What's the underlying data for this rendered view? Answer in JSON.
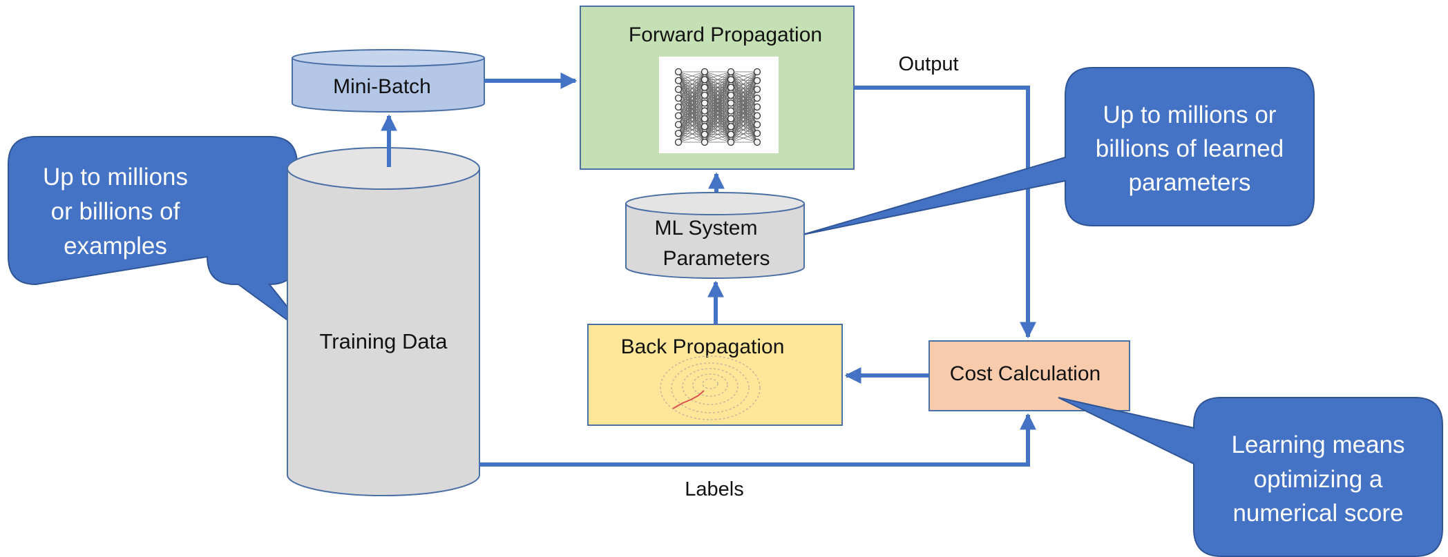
{
  "nodes": {
    "forward": {
      "label": "Forward Propagation",
      "fill": "#C5E0B4"
    },
    "mini_batch": {
      "label": "Mini-Batch",
      "fill": "#B4C7E7"
    },
    "ml_params": {
      "line1": "ML System",
      "line2": "Parameters",
      "fill": "#D9D9D9"
    },
    "training": {
      "label": "Training Data",
      "fill": "#D9D9D9"
    },
    "back": {
      "label": "Back Propagation",
      "fill": "#FFE699"
    },
    "cost": {
      "label": "Cost Calculation",
      "fill": "#F8CBAD"
    }
  },
  "edges": {
    "output": "Output",
    "labels": "Labels"
  },
  "callouts": {
    "examples": {
      "lines": [
        "Up to millions",
        "or billions of",
        "examples"
      ]
    },
    "parameters": {
      "lines": [
        "Up to millions or",
        "billions of learned",
        "parameters"
      ]
    },
    "learning": {
      "lines": [
        "Learning means",
        "optimizing a",
        "numerical score"
      ]
    }
  },
  "colors": {
    "arrow": "#4472C4",
    "callout": "#4472C4",
    "border": "#4A6FA5"
  },
  "icons": {
    "forward": "neural-network-icon",
    "back": "gradient-contour-icon"
  }
}
